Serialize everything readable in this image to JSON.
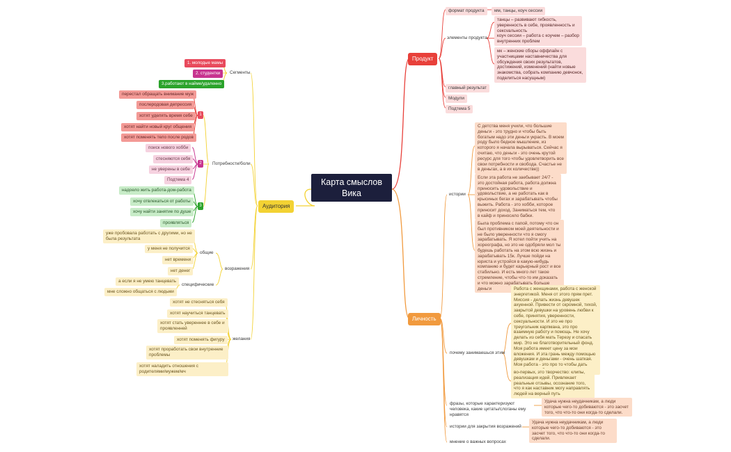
{
  "root": {
    "line1": "Карта смыслов",
    "line2": "Вика"
  },
  "product": {
    "title": "Продукт",
    "format_label": "формат продукта",
    "format_value": "мм, танцы, коуч сессии",
    "elements_label": "элементы продукта",
    "elements": [
      "танцы – развивают гибкость, уверенность в себе, проявленность и сексуальность",
      "коуч сессии – работа с коучем – разбор внутренних проблем",
      "мк – женские сборы оффлайн с участницами наставничества для обсуждения своих результатов, достижений, изменений (найти новые знакомства, собрать компанию девчонок, поделиться насущным)"
    ],
    "main_result": "главный результат",
    "modules": "Модули",
    "subtopic": "Подтема 5"
  },
  "personality": {
    "title": "Личность",
    "stories_label": "истории",
    "stories": [
      "С детства меня учили, что большие деньги - это трудно и чтобы быть богатым надо эти деньги украсть. В моем роду было бедное мышление, из которого я начала вырываться. Сейчас я считаю, что деньги - это очень крутой ресурс для того чтобы удовлетворить все свои потребности и свобода. Счастье не в деньгах, а в их количестве))",
      "Если эта работа не заебывает 24/7 - это достойная работа, работа должна приносить удовольствие и удовольствие, а не работать как в крысиных бегах и зарабатывать чтобы выжить. Работа - это хобби, которое приносит доход. Заниматься тем, что в кайф и приносило бабки.",
      "Была проблема с папой, потому что он был противником моей деятельности и не было уверенности что я смогу зарабатывать. Я хотел пойти учить на хореографа, но это не одобряли мол ты будешь работать на этом всю жизнь и зарабатывать 15к. Лучше пойди на юриста и устройся в какую-нибудь компанию и будет карьерный рост и все стабильно. И есть много лет такое стремление, чтобы что-то им доказать и что можно зарабатывать больше деньги"
    ],
    "why_label": "почему занимаешься этим",
    "why": [
      "Работа с женщинами, работа с женской энергетикой. Меня от этого прям прет. Миссия - делать жизнь девушек ахуенной. Привести от скромной, тихой, закрытой девушки на уровень любви к себе, принятия, уверенности, сексуальности. И это не про треугольник карпмана, это про взаимную работу и помощь. Не хочу делать из себя мать Терезу и спасать мир. Это не благотворительный фонд. Моя работа имеет цену за мои вложения. И эта грань между помощью девушкам и деньгами - очень шаткая. Моя работа - это про то чтобы дать пользу и заработать денег",
      "во-первых, это творчество: клипы, реализация идей. Привлекает реальные отзывы, осознание того, что я как наставник могу направлять людей на верный путь"
    ],
    "phrases_label": "фразы, которые характеризуют человека, какие цитаты/слоганы ему нравятся",
    "phrases_value": "Удача нужна неудачникам, а люди которые чего-то добиваются - это засчет того, что что-то они когда-то сделали.",
    "closing_label": "истории для закрытия возражений",
    "closing_value": "Удача нужна неудачникам, а люди которые чего-то добиваются - это засчет того, что что-то они когда-то сделали.",
    "opinion": "мнение о важных вопросах"
  },
  "audience": {
    "title": "Аудитория",
    "segments_label": "Сегменты",
    "segments": [
      "1. молодые мамы",
      "2. студентки",
      "3.работают в найме/удаленно"
    ],
    "pains_label": "Потребности/боли",
    "group1_num": "1",
    "group1": [
      "перестал обращать внимание муж",
      "послеродовая депрессия",
      "хотят уделять время себе",
      "хотят найти новый круг общения",
      "хотят поменять тело после родов"
    ],
    "group2_num": "2",
    "group2": [
      "поиск нового хобби",
      "стесняются себя",
      "не уверены в себе",
      "Подтема 4"
    ],
    "group3_num": "3",
    "group3": [
      "надоело жить работа-дом-работа",
      "хочу отвлекаться от работы",
      "хочу найти занятие по душе",
      "проявляться"
    ],
    "objections_label": "возражения",
    "general_label": "общие",
    "general": [
      "уже пробовала работать с другими, но не была результата",
      "у меня не получится",
      "нет времени",
      "нет денег"
    ],
    "specific_label": "специфические",
    "specific": [
      "а если я не умею танцевать",
      "мне сложно общаться с людьми"
    ],
    "wishes_label": "желания",
    "wishes": [
      "хотят не стесняться себя",
      "хотят научиться танцевать",
      "хотят стать увереннее в себе и проявленней",
      "хотят поменять фигуру",
      "хотят проработать свои внутренние проблемы",
      "хотят наладить отношения с родителями/мужем/мч"
    ]
  },
  "colors": {
    "root": "#1c1f3c",
    "product": "#e8403a",
    "personality": "#f19a3e",
    "audience": "#f3d233",
    "seg1": "#e84a5c",
    "seg2": "#c7348f",
    "seg3": "#2ba32b"
  }
}
